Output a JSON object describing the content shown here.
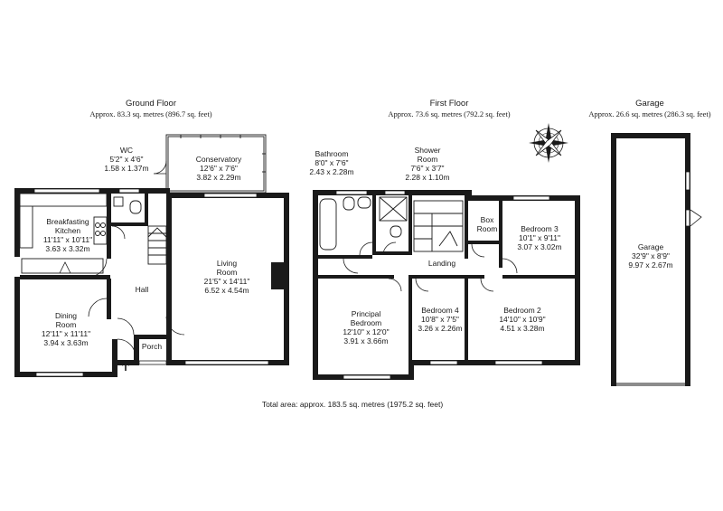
{
  "floors": {
    "ground": {
      "title": "Ground Floor",
      "area": "Approx. 83.3 sq. metres (896.7 sq. feet)"
    },
    "first": {
      "title": "First Floor",
      "area": "Approx. 73.6 sq. metres (792.2 sq. feet)"
    },
    "garage": {
      "title": "Garage",
      "area": "Approx. 26.6 sq. metres (286.3 sq. feet)"
    }
  },
  "rooms": {
    "wc": {
      "name": "WC",
      "imperial": "5'2\" x 4'6\"",
      "metric": "1.58 x 1.37m"
    },
    "conservatory": {
      "name": "Conservatory",
      "imperial": "12'6\" x 7'6\"",
      "metric": "3.82 x 2.29m"
    },
    "kitchen": {
      "name_1": "Breakfasting",
      "name_2": "Kitchen",
      "imperial": "11'11\" x 10'11\"",
      "metric": "3.63 x 3.32m"
    },
    "living": {
      "name_1": "Living",
      "name_2": "Room",
      "imperial": "21'5\" x 14'11\"",
      "metric": "6.52 x 4.54m"
    },
    "hall": {
      "name": "Hall"
    },
    "dining": {
      "name_1": "Dining",
      "name_2": "Room",
      "imperial": "12'11\" x 11'11\"",
      "metric": "3.94 x 3.63m"
    },
    "porch": {
      "name": "Porch"
    },
    "bathroom": {
      "name": "Bathroom",
      "imperial": "8'0\" x 7'6\"",
      "metric": "2.43 x 2.28m"
    },
    "shower": {
      "name_1": "Shower",
      "name_2": "Room",
      "imperial": "7'6\" x 3'7\"",
      "metric": "2.28 x 1.10m"
    },
    "boxroom": {
      "name_1": "Box",
      "name_2": "Room"
    },
    "bedroom3": {
      "name": "Bedroom 3",
      "imperial": "10'1\" x 9'11\"",
      "metric": "3.07 x 3.02m"
    },
    "landing": {
      "name": "Landing"
    },
    "principal": {
      "name_1": "Principal",
      "name_2": "Bedroom",
      "imperial": "12'10\" x 12'0\"",
      "metric": "3.91 x 3.66m"
    },
    "bedroom4": {
      "name": "Bedroom 4",
      "imperial": "10'8\" x 7'5\"",
      "metric": "3.26 x 2.26m"
    },
    "bedroom2": {
      "name": "Bedroom 2",
      "imperial": "14'10\" x 10'9\"",
      "metric": "4.51 x 3.28m"
    },
    "garage": {
      "name": "Garage",
      "imperial": "32'9\" x 8'9\"",
      "metric": "9.97 x 2.67m"
    }
  },
  "total_area": "Total area: approx. 183.5 sq. metres (1975.2 sq. feet)",
  "colors": {
    "wall": "#1a1a1a",
    "background": "#ffffff"
  },
  "icons": [
    "compass-rose-icon",
    "entrance-arrow-icon"
  ]
}
